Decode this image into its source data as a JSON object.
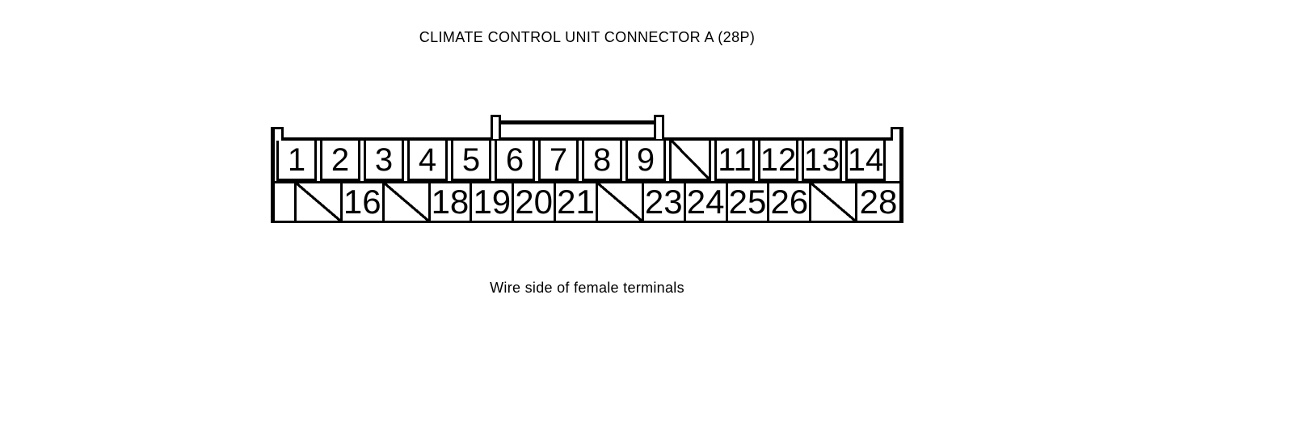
{
  "title": "CLIMATE CONTROL UNIT CONNECTOR A (28P)",
  "caption": "Wire side of female terminals",
  "colors": {
    "line": "#000000",
    "background": "#ffffff"
  },
  "connector": {
    "top_row": [
      {
        "type": "pin",
        "label": "1"
      },
      {
        "type": "pin",
        "label": "2"
      },
      {
        "type": "pin",
        "label": "3"
      },
      {
        "type": "pin",
        "label": "4"
      },
      {
        "type": "pin",
        "label": "5"
      },
      {
        "type": "pin",
        "label": "6"
      },
      {
        "type": "pin",
        "label": "7"
      },
      {
        "type": "pin",
        "label": "8"
      },
      {
        "type": "pin",
        "label": "9"
      },
      {
        "type": "blocked",
        "label": ""
      },
      {
        "type": "pin",
        "label": "11"
      },
      {
        "type": "pin",
        "label": "12"
      },
      {
        "type": "pin",
        "label": "13"
      },
      {
        "type": "pin",
        "label": "14"
      },
      {
        "type": "blank",
        "label": ""
      }
    ],
    "bottom_row": [
      {
        "type": "blank",
        "label": ""
      },
      {
        "type": "blocked",
        "label": ""
      },
      {
        "type": "pin",
        "label": "16"
      },
      {
        "type": "blocked",
        "label": ""
      },
      {
        "type": "pin",
        "label": "18"
      },
      {
        "type": "pin",
        "label": "19"
      },
      {
        "type": "pin",
        "label": "20"
      },
      {
        "type": "pin",
        "label": "21"
      },
      {
        "type": "blocked",
        "label": ""
      },
      {
        "type": "pin",
        "label": "23"
      },
      {
        "type": "pin",
        "label": "24"
      },
      {
        "type": "pin",
        "label": "25"
      },
      {
        "type": "pin",
        "label": "26"
      },
      {
        "type": "blocked",
        "label": ""
      },
      {
        "type": "pin",
        "label": "28"
      }
    ]
  }
}
